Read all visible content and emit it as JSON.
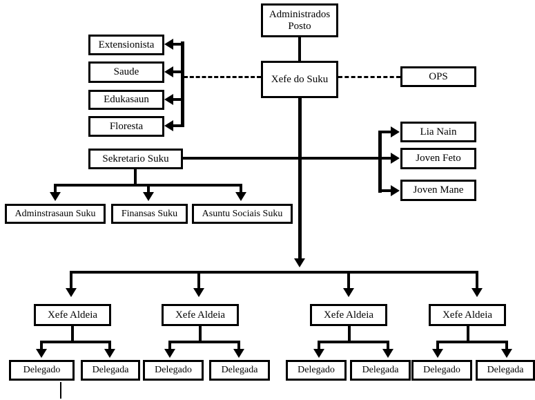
{
  "diagram": {
    "title": "Organizational structure chart (Suku governance)",
    "background_color": "#ffffff",
    "line_color": "#000000",
    "box_fill": "#ffffff",
    "top_cut_text": "",
    "nodes": {
      "administrados_posto": "Administrados Posto",
      "xefe_do_suku": "Xefe do Suku",
      "ops": "OPS",
      "extensionista": "Extensionista",
      "saude": "Saude",
      "edukasaun": "Edukasaun",
      "floresta": "Floresta",
      "sekretario_suku": "Sekretario Suku",
      "adminstrasaun_suku": "Adminstrasaun Suku",
      "finansas_suku": "Finansas Suku",
      "asuntu_sociais_suku": "Asuntu Sociais Suku",
      "lia_nain": "Lia Nain",
      "joven_feto": "Joven Feto",
      "joven_mane": "Joven Mane",
      "xefe_aldeia_1": "Xefe Aldeia",
      "xefe_aldeia_2": "Xefe Aldeia",
      "xefe_aldeia_3": "Xefe Aldeia",
      "xefe_aldeia_4": "Xefe Aldeia",
      "delegado_1": "Delegado",
      "delegada_1": "Delegada",
      "delegado_2": "Delegado",
      "delegada_2": "Delegada",
      "delegado_3": "Delegado",
      "delegada_3": "Delegada",
      "delegado_4": "Delegado",
      "delegada_4": "Delegada"
    }
  }
}
